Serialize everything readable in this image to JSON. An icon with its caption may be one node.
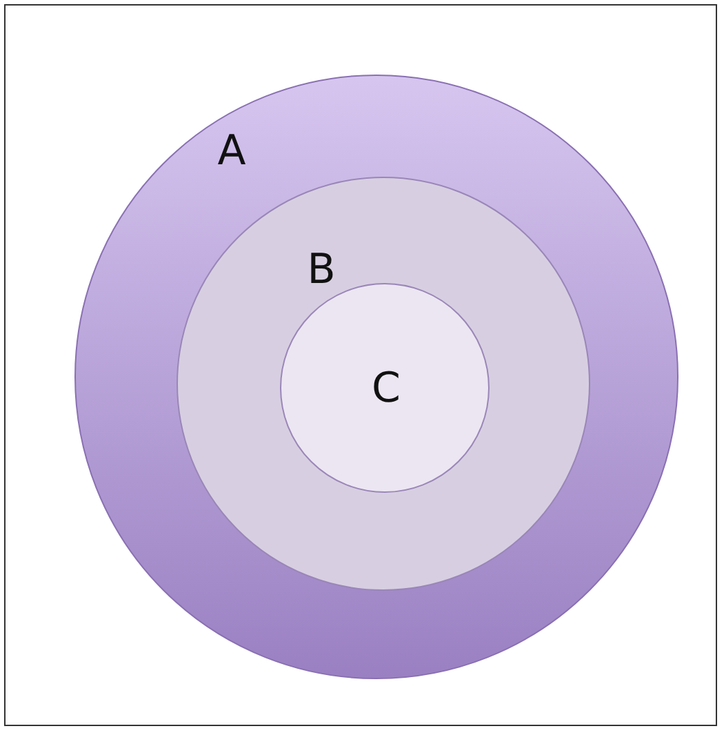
{
  "diagram": {
    "nodes": [
      {
        "text": [
          "A"
        ]
      },
      {
        "text": [
          "B"
        ],
        "in": 0
      },
      {
        "text": [
          "C"
        ],
        "in": 1
      }
    ]
  }
}
